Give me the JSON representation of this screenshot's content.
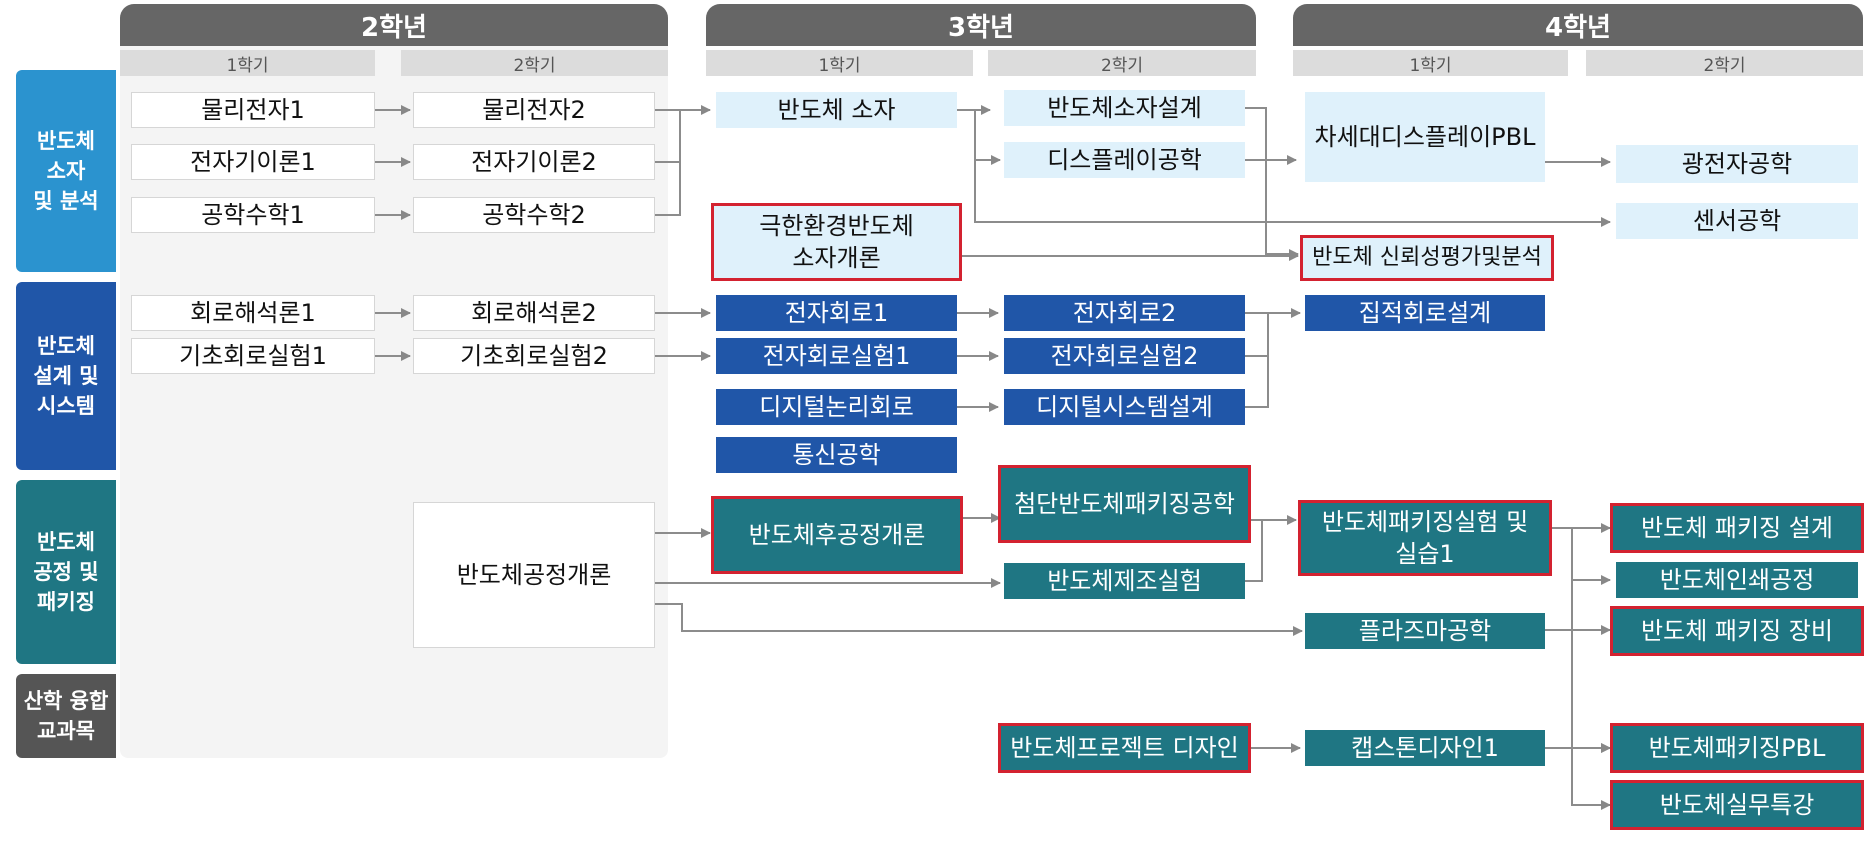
{
  "years": [
    "2학년",
    "3학년",
    "4학년"
  ],
  "semesters": [
    "1학기",
    "2학기",
    "1학기",
    "2학기",
    "1학기",
    "2학기"
  ],
  "categories": [
    "반도체\n소자\n및 분석",
    "반도체\n설계 및\n시스템",
    "반도체\n공정 및\n패키징",
    "산학 융합\n교과목"
  ],
  "colors": {
    "cat1": "#2b93cf",
    "cat2": "#2056a8",
    "cat3": "#1f7683",
    "cat4": "#555555",
    "highlight": "#d32230"
  },
  "courses": {
    "physics1": "물리전자1",
    "physics2": "물리전자2",
    "emag1": "전자기이론1",
    "emag2": "전자기이론2",
    "math1": "공학수학1",
    "math2": "공학수학2",
    "device": "반도체 소자",
    "extreme": "극한환경반도체\n소자개론",
    "device_design": "반도체소자설계",
    "display_eng": "디스플레이공학",
    "next_display": "차세대디스플레이PBL",
    "photonics": "광전자공학",
    "sensor": "센서공학",
    "reliability": "반도체 신뢰성평가및분석",
    "circuit1": "회로해석론1",
    "circuit2": "회로해석론2",
    "basic_lab1": "기초회로실험1",
    "basic_lab2": "기초회로실험2",
    "elec1": "전자회로1",
    "elec2": "전자회로2",
    "elec_lab1": "전자회로실험1",
    "elec_lab2": "전자회로실험2",
    "digital_logic": "디지털논리회로",
    "digital_sys": "디지털시스템설계",
    "comm": "통신공학",
    "ic_design": "집적회로설계",
    "process_intro": "반도체공정개론",
    "backend": "반도체후공정개론",
    "adv_pkg": "첨단반도체패키징공학",
    "fab_lab": "반도체제조실험",
    "pkg_lab": "반도체패키징실험 및\n실습1",
    "plasma": "플라즈마공학",
    "pkg_design": "반도체 패키징 설계",
    "printing": "반도체인쇄공정",
    "pkg_equip": "반도체 패키징 장비",
    "project_design": "반도체프로젝트 디자인",
    "capstone": "캡스톤디자인1",
    "pkg_pbl": "반도체패키징PBL",
    "practice": "반도체실무특강"
  }
}
